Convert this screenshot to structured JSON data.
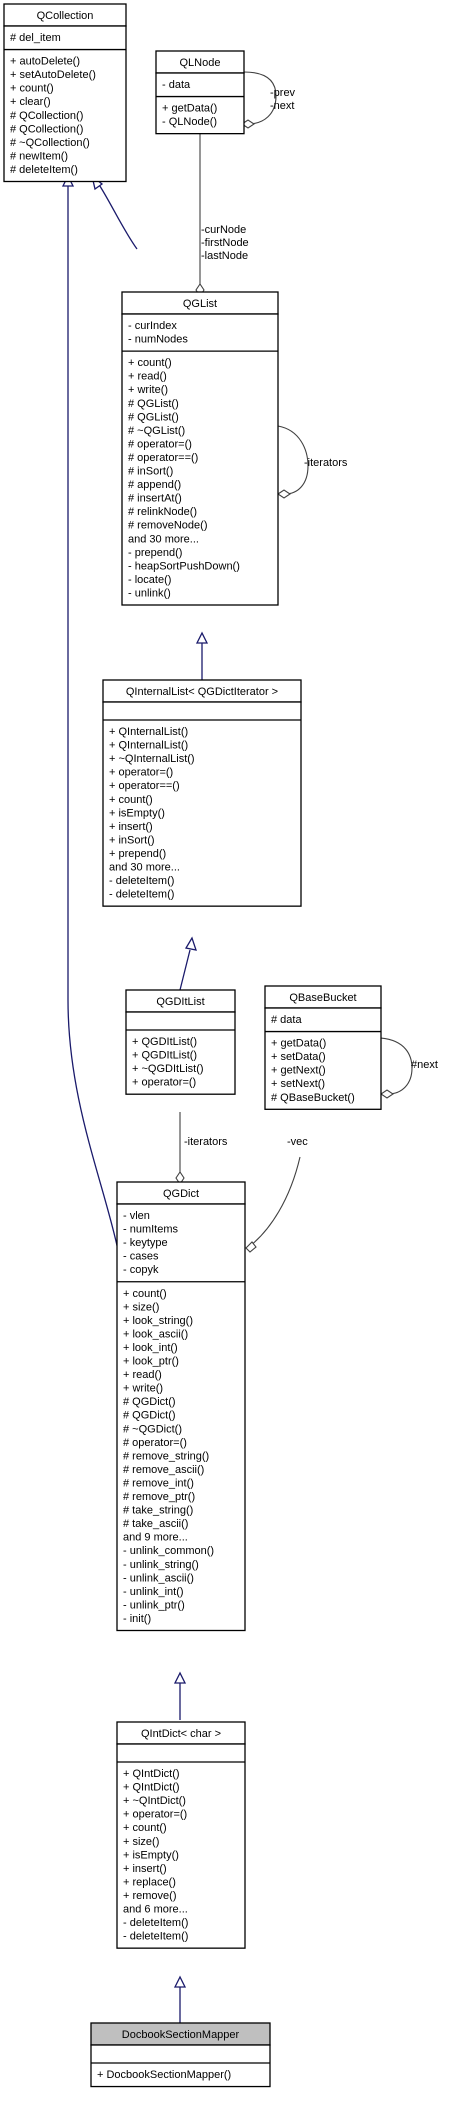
{
  "classes": {
    "qcollection": {
      "name": "QCollection",
      "attrs": [
        "# del_item"
      ],
      "methods": [
        "+ autoDelete()",
        "+ setAutoDelete()",
        "+ count()",
        "+ clear()",
        "# QCollection()",
        "# QCollection()",
        "# ~QCollection()",
        "# newItem()",
        "# deleteItem()"
      ]
    },
    "qlnode": {
      "name": "QLNode",
      "attrs": [
        "- data"
      ],
      "methods": [
        "+ getData()",
        "- QLNode()"
      ]
    },
    "qglist": {
      "name": "QGList",
      "attrs": [
        "- curIndex",
        "- numNodes"
      ],
      "methods": [
        "+ count()",
        "+ read()",
        "+ write()",
        "# QGList()",
        "# QGList()",
        "# ~QGList()",
        "# operator=()",
        "# operator==()",
        "# inSort()",
        "# append()",
        "# insertAt()",
        "# relinkNode()",
        "# removeNode()",
        "and 30 more...",
        "- prepend()",
        "- heapSortPushDown()",
        "- locate()",
        "- unlink()"
      ]
    },
    "qinternallist": {
      "name": "QInternalList< QGDictIterator >",
      "attrs": [],
      "methods": [
        "+ QInternalList()",
        "+ QInternalList()",
        "+ ~QInternalList()",
        "+ operator=()",
        "+ operator==()",
        "+ count()",
        "+ isEmpty()",
        "+ insert()",
        "+ inSort()",
        "+ prepend()",
        "and 30 more...",
        "- deleteItem()",
        "- deleteItem()"
      ]
    },
    "qgditlist": {
      "name": "QGDItList",
      "attrs": [],
      "methods": [
        "+ QGDItList()",
        "+ QGDItList()",
        "+ ~QGDItList()",
        "+ operator=()"
      ]
    },
    "qbasebucket": {
      "name": "QBaseBucket",
      "attrs": [
        "# data"
      ],
      "methods": [
        "+ getData()",
        "+ setData()",
        "+ getNext()",
        "+ setNext()",
        "# QBaseBucket()"
      ]
    },
    "qgdict": {
      "name": "QGDict",
      "attrs": [
        "- vlen",
        "- numItems",
        "- keytype",
        "- cases",
        "- copyk"
      ],
      "methods": [
        "+ count()",
        "+ size()",
        "+ look_string()",
        "+ look_ascii()",
        "+ look_int()",
        "+ look_ptr()",
        "+ read()",
        "+ write()",
        "# QGDict()",
        "# QGDict()",
        "# ~QGDict()",
        "# operator=()",
        "# remove_string()",
        "# remove_ascii()",
        "# remove_int()",
        "# remove_ptr()",
        "# take_string()",
        "# take_ascii()",
        "and 9 more...",
        "- unlink_common()",
        "- unlink_string()",
        "- unlink_ascii()",
        "- unlink_int()",
        "- unlink_ptr()",
        "- init()"
      ]
    },
    "qintdict": {
      "name": "QIntDict< char >",
      "attrs": [],
      "methods": [
        "+ QIntDict()",
        "+ QIntDict()",
        "+ ~QIntDict()",
        "+ operator=()",
        "+ count()",
        "+ size()",
        "+ isEmpty()",
        "+ insert()",
        "+ replace()",
        "+ remove()",
        "and 6 more...",
        "- deleteItem()",
        "- deleteItem()"
      ]
    },
    "docbooksectionmapper": {
      "name": "DocbookSectionMapper",
      "attrs": [],
      "methods": [
        "+ DocbookSectionMapper()"
      ]
    }
  },
  "edge_labels": {
    "qlnode_self": [
      "-prev",
      "-next"
    ],
    "qlnode_qglist": [
      "-curNode",
      "-firstNode",
      "-lastNode"
    ],
    "qglist_self": [
      "-iterators"
    ],
    "qgditlist_qgdict": [
      "-iterators"
    ],
    "qbasebucket_self": [
      "#next"
    ],
    "qbasebucket_qgdict": [
      "-vec"
    ]
  }
}
